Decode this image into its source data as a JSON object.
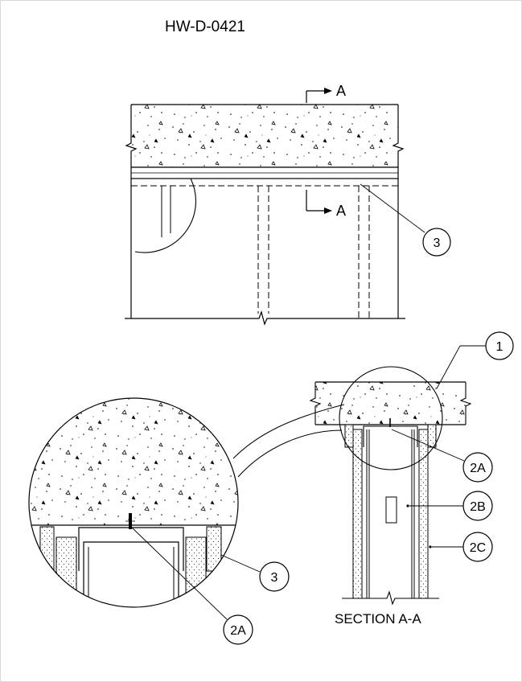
{
  "drawing_number": "HW-D-0421",
  "section_marks": {
    "top": "A",
    "bottom": "A"
  },
  "callouts": {
    "c1": "1",
    "c2a_right": "2A",
    "c2b": "2B",
    "c2c": "2C",
    "c3_top": "3",
    "c3_detail": "3",
    "c2a_detail": "2A"
  },
  "section_caption": "SECTION A-A"
}
